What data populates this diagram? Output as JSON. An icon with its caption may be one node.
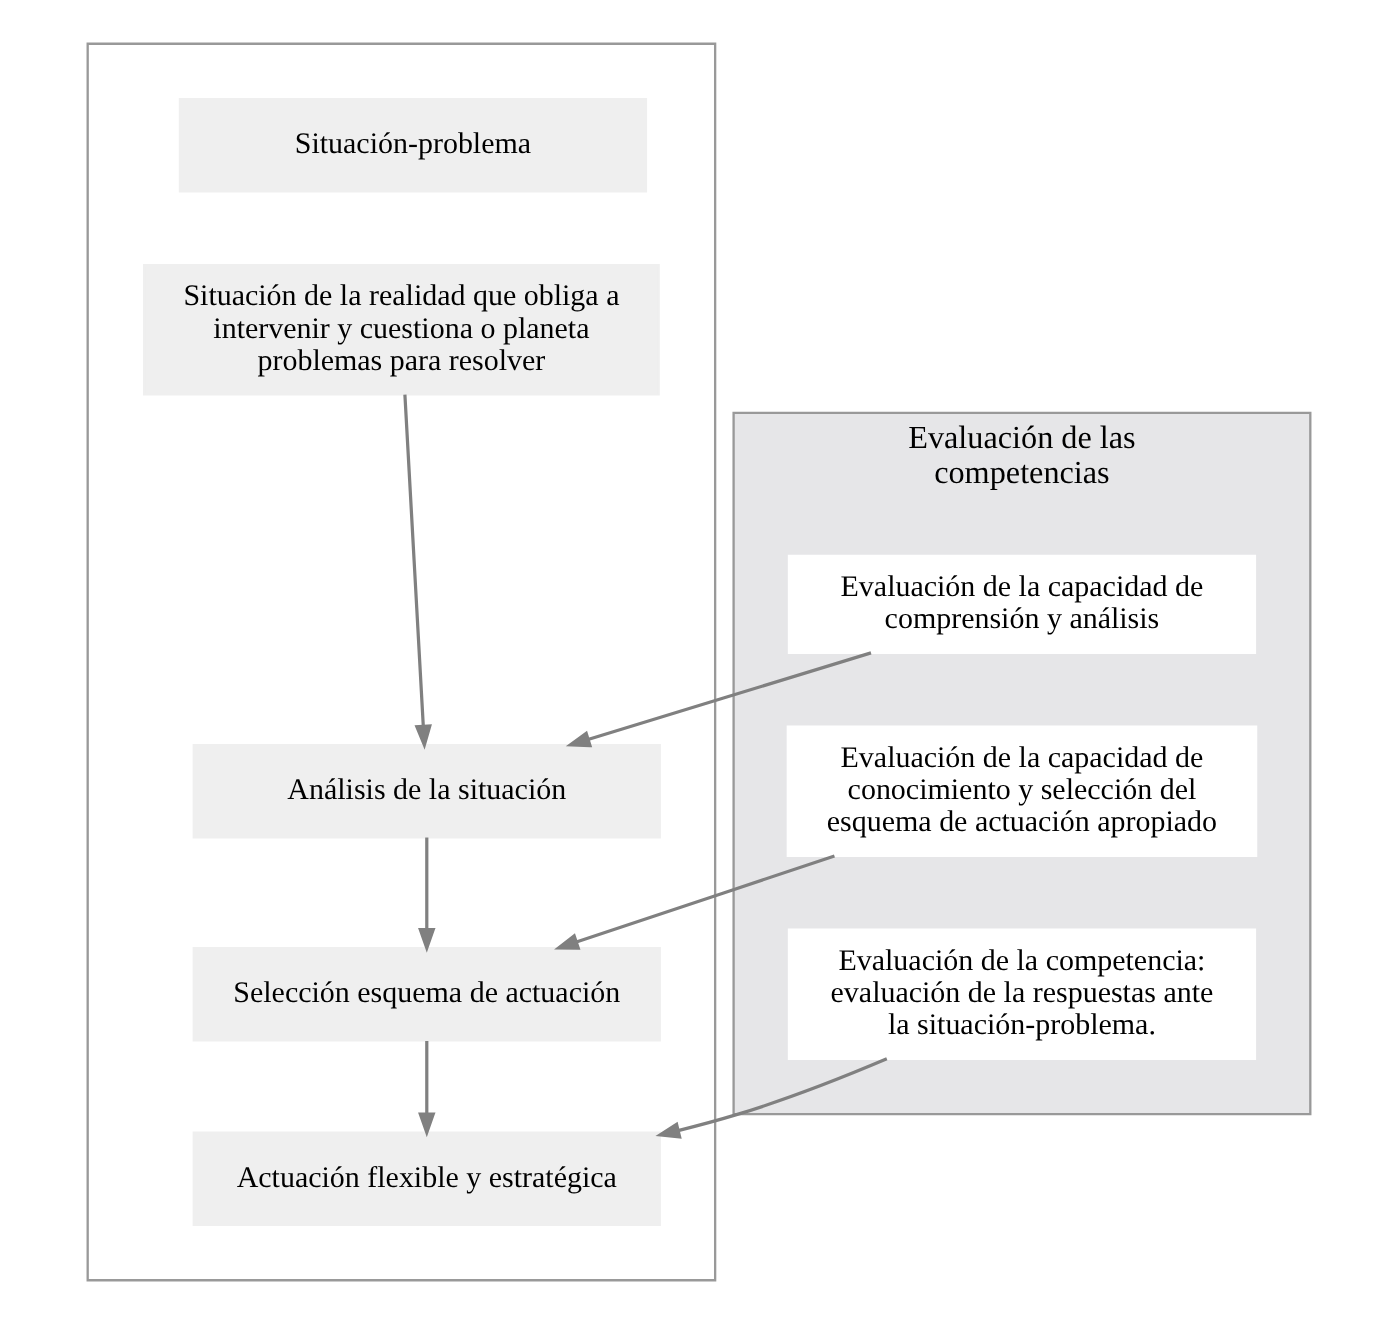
{
  "diagram": {
    "nodes": [
      {
        "text": [
          "Evaluación de las competencias"
        ]
      },
      {
        "text": [
          "Evaluación de la capacidad de comprensión y análisis"
        ],
        "in": 0
      },
      {
        "text": [
          "Evaluación de la capacidad de conocimiento y selección del esquema de actuación apropiado"
        ],
        "in": 0
      },
      {
        "text": [
          "Evaluación de la competencia: evaluación de la respuestas ante la situación-problema."
        ],
        "in": 0
      },
      {
        "text": [],
        "shape": "box"
      },
      {
        "text": [
          "Situación-problema"
        ],
        "in": 4
      },
      {
        "text": [
          "Situación de la realidad que obliga a intervenir y cuestiona o planeta problemas para resolver"
        ],
        "in": 4
      },
      {
        "text": [
          "Análisis de la situación"
        ],
        "in": 4
      },
      {
        "text": [
          "Selección esquema de actuación"
        ],
        "in": 4
      },
      {
        "text": [
          "Actuación flexible y estratégica"
        ],
        "in": 4
      }
    ],
    "edges": [
      {
        "from": 1,
        "to": 7,
        "arrow": "to"
      },
      {
        "from": 2,
        "to": 8,
        "arrow": "to"
      },
      {
        "from": 3,
        "to": 9,
        "arrow": "to"
      },
      {
        "from": 6,
        "to": 7,
        "arrow": "to"
      },
      {
        "from": 7,
        "to": 8,
        "arrow": "to"
      },
      {
        "from": 8,
        "to": 9,
        "arrow": "to"
      }
    ]
  }
}
